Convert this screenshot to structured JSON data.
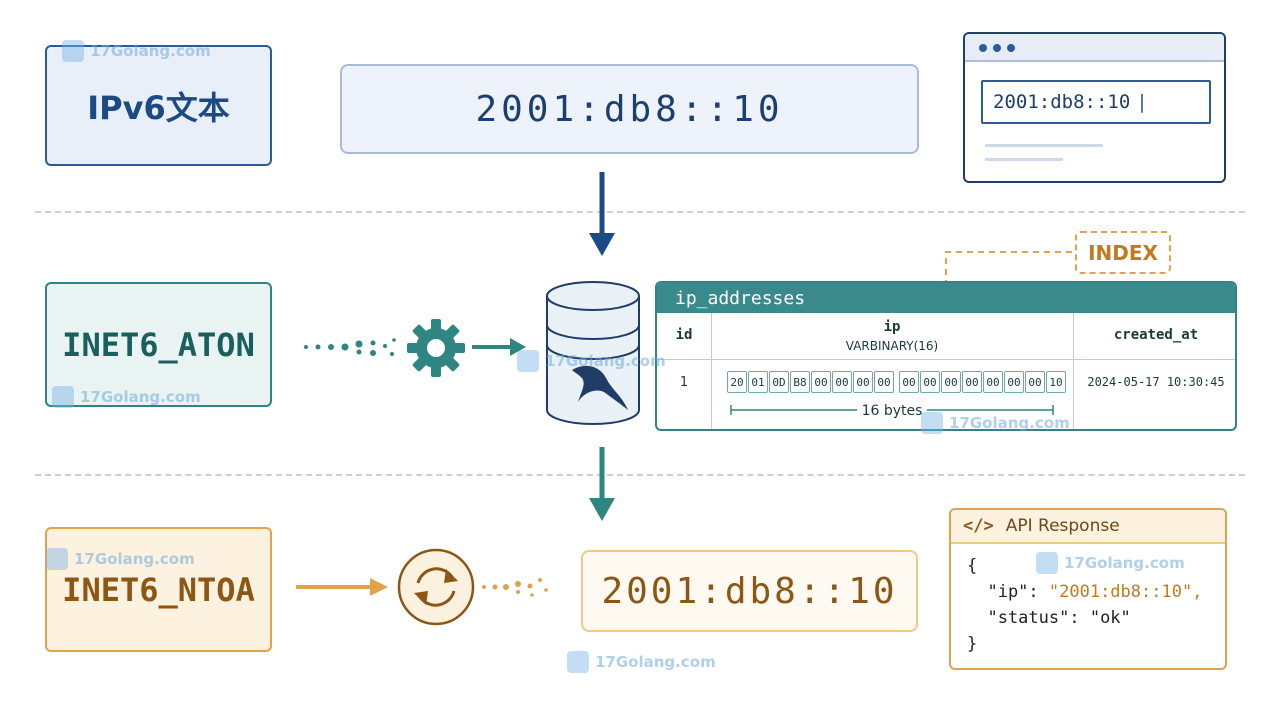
{
  "labels": {
    "ipv6_text": "IPv6文本",
    "aton": "INET6_ATON",
    "ntoa": "INET6_NTOA"
  },
  "values": {
    "top": "2001:db8::10",
    "bottom": "2001:db8::10"
  },
  "browser": {
    "input_value": "2001:db8::10",
    "caret": "|"
  },
  "table": {
    "title": "ip_addresses",
    "columns": [
      {
        "name": "id",
        "type": ""
      },
      {
        "name": "ip",
        "type": "VARBINARY(16)"
      },
      {
        "name": "created_at",
        "type": ""
      }
    ],
    "row": {
      "id": "1",
      "bytes": [
        "20",
        "01",
        "0D",
        "B8",
        "00",
        "00",
        "00",
        "00",
        "00",
        "00",
        "00",
        "00",
        "00",
        "00",
        "00",
        "10"
      ],
      "created_at": "2024-05-17 10:30:45"
    },
    "bytes_label": "16 bytes"
  },
  "index_label": "INDEX",
  "api": {
    "title": "API Response",
    "code_icon": "</>",
    "lines": {
      "open": "{",
      "ip_key": "  \"ip\": ",
      "ip_value": "\"2001:db8::10\",",
      "status_key": "  \"status\": ",
      "status_value": "\"ok\"",
      "close": "}"
    }
  },
  "watermark": "17Golang.com",
  "colors": {
    "blue": "#1c4a85",
    "teal": "#2e8581",
    "orange": "#e0a24a"
  }
}
